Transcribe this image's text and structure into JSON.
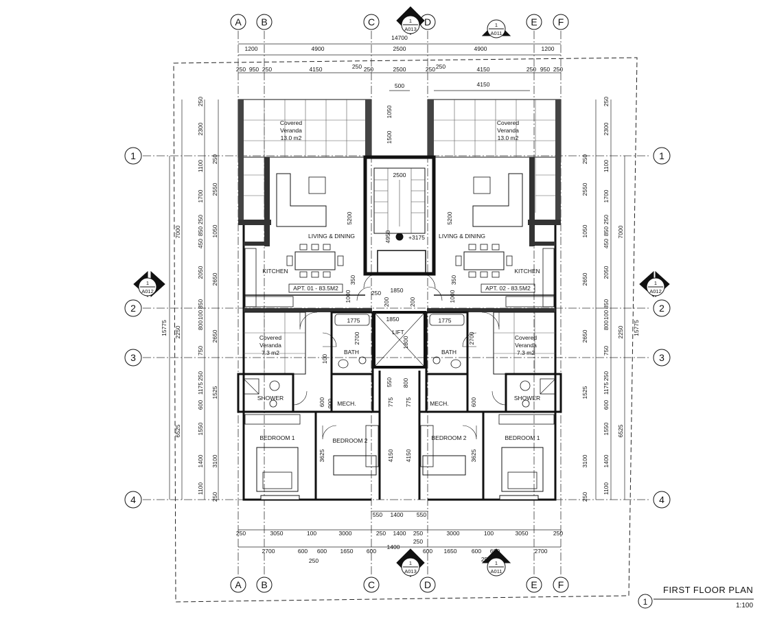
{
  "drawing": {
    "title": "FIRST FLOOR PLAN",
    "scale": "1:100",
    "view_number": "1"
  },
  "grid_columns": [
    "A",
    "B",
    "C",
    "D",
    "E",
    "F"
  ],
  "grid_rows": [
    "1",
    "2",
    "3",
    "4"
  ],
  "section_markers": [
    {
      "number": "1",
      "sheet": "A013"
    },
    {
      "number": "1",
      "sheet": "A011"
    },
    {
      "number": "1",
      "sheet": "A012"
    }
  ],
  "rooms": {
    "covered_veranda": "Covered",
    "veranda_word": "Veranda",
    "veranda_big_area": "13.0 m2",
    "veranda_small_area": "7.3 m2",
    "living_dining": "LIVING & DINING",
    "kitchen": "KITCHEN",
    "bath": "BATH",
    "shower": "SHOWER",
    "mech": "MECH.",
    "bedroom1": "BEDROOM 1",
    "bedroom2": "BEDROOM 2",
    "lift": "LIFT",
    "apt1": "APT. 01 - 83.5M2",
    "apt2": "APT. 02 - 83.5M2",
    "level": "+3175"
  },
  "dimensions": {
    "top_overall": "14700",
    "top_row1": [
      "1200",
      "4900",
      "2500",
      "4900",
      "1200"
    ],
    "top_row2": [
      "250",
      "950",
      "250",
      "4150",
      "250",
      "250",
      "2500",
      "250",
      "250",
      "4150",
      "250",
      "950",
      "250"
    ],
    "top_inner": [
      "500",
      "4150"
    ],
    "stair": [
      "2500",
      "5200",
      "4950",
      "1050",
      "1500"
    ],
    "left_overall": "15775",
    "left_top": "7000",
    "left_mid": "2250",
    "left_bottom": "6525",
    "left_chain_a": [
      "250",
      "2300",
      "1100",
      "1700",
      "250",
      "850",
      "450",
      "2050",
      "850",
      "100",
      "800",
      "750",
      "250",
      "1175",
      "600",
      "1550",
      "1400",
      "1100"
    ],
    "left_chain_b": [
      "2550",
      "1050",
      "2650",
      "2650",
      "1525",
      "3100",
      "250",
      "250"
    ],
    "bottom_row1": [
      "550",
      "1400",
      "550"
    ],
    "bottom_row2": [
      "250",
      "3050",
      "100",
      "3000",
      "250",
      "1400",
      "250",
      "3000",
      "100",
      "3050",
      "250"
    ],
    "bottom_row3": [
      "2700",
      "600",
      "600",
      "1650",
      "600",
      "1400",
      "600",
      "1650",
      "600",
      "600",
      "2700"
    ],
    "bottom_row3_extra": [
      "250",
      "250",
      "250"
    ],
    "interior": [
      "1775",
      "1775",
      "1850",
      "1850",
      "1800",
      "2700",
      "2700",
      "3625",
      "3625",
      "4150",
      "4150",
      "775",
      "775",
      "1000",
      "1000",
      "350",
      "350",
      "200",
      "200",
      "600",
      "600",
      "900",
      "800",
      "550",
      "250",
      "100"
    ]
  }
}
